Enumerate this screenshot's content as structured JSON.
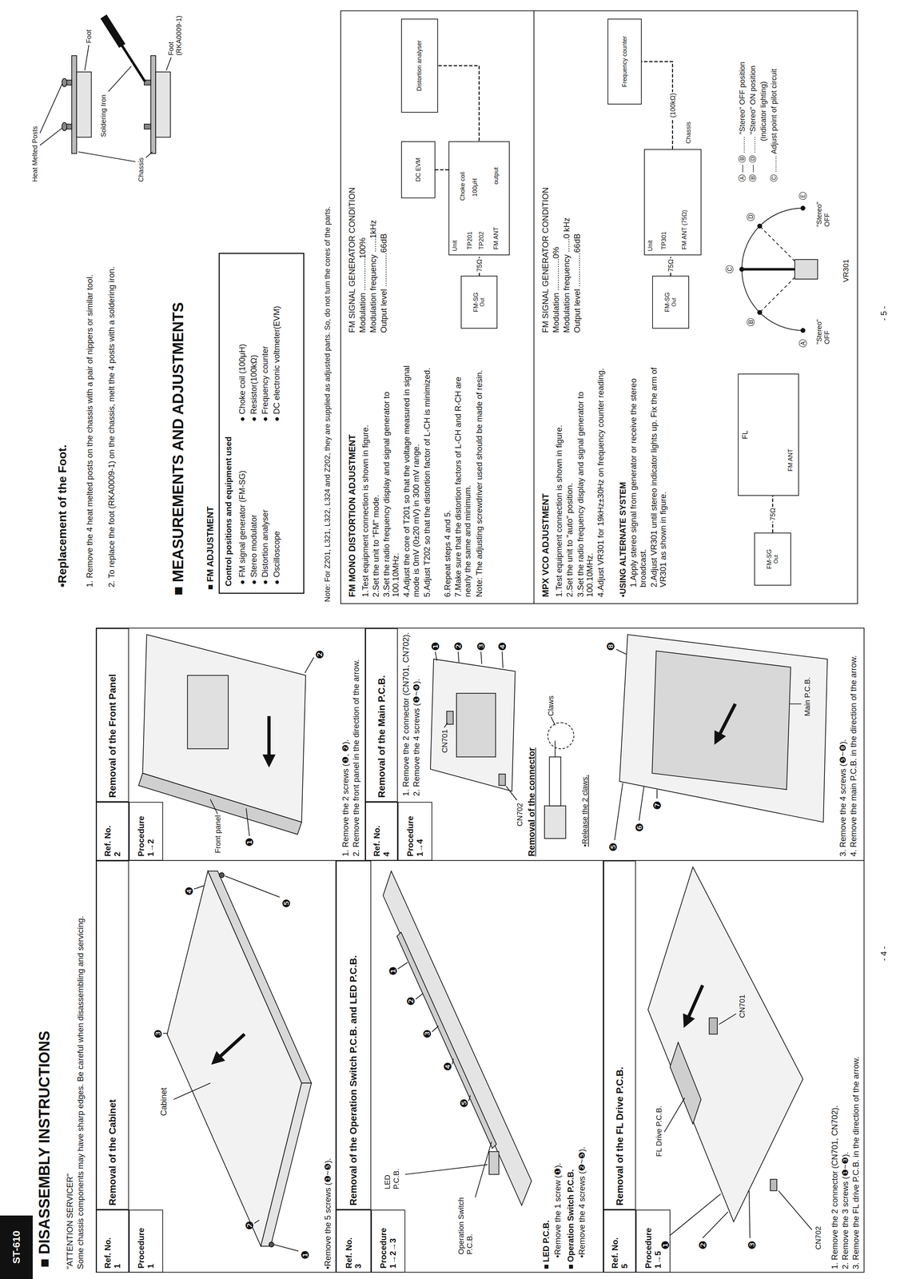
{
  "diagram": {
    "title": "■ DISASSEMBLY INSTRUCTIONS",
    "nodes": [
      {
        "text": [
          "ST-610"
        ]
      },
      {
        "text": [
          "Ref. No.",
          "1"
        ]
      },
      {
        "text": [
          "Removal of the Cabinet"
        ]
      },
      {
        "text": [
          "Procedure",
          "1"
        ]
      },
      {
        "text": [
          "Ref. No.",
          "3"
        ]
      },
      {
        "text": [
          "Removal of the Operation Switch P.C.B. and LED P.C.B."
        ]
      },
      {
        "text": [
          "Procedure",
          "1→2→3"
        ]
      },
      {
        "text": [
          "Ref. No.",
          "5"
        ]
      },
      {
        "text": [
          "Removal of the FL Drive P.C.B."
        ]
      },
      {
        "text": [
          "Procedure",
          "1→5"
        ]
      },
      {
        "text": [
          "Ref. No.",
          "2"
        ]
      },
      {
        "text": [
          "Removal of the Front Panel"
        ]
      },
      {
        "text": [
          "Procedure",
          "1→2"
        ]
      },
      {
        "text": [
          "Ref. No.",
          "4"
        ]
      },
      {
        "text": [
          "Removal of the Main P.C.B."
        ]
      },
      {
        "text": [
          "Procedure",
          "1→4"
        ]
      },
      {
        "text": [
          "Control positions and equipment used",
          "● FM signal generator (FM-SG)",
          "● Stereo modulator",
          "● Distortion analyser",
          "● Oscilloscope",
          "● Choke coil (100μH)",
          "● Resistor(100kΩ)",
          "● Frequency counter",
          "● DC electronic voltmeter(EVM)"
        ]
      },
      {
        "text": [
          "FM-SG",
          "Out"
        ]
      },
      {
        "text": [
          "Unit"
        ]
      },
      {
        "text": [
          "DC EVM"
        ]
      },
      {
        "text": [
          "Distortion analyser"
        ]
      },
      {
        "text": [
          "FM-SG",
          "Out"
        ]
      },
      {
        "text": [
          "Unit"
        ]
      },
      {
        "text": [
          "Frequency counter"
        ]
      },
      {
        "text": [
          "FM-SG",
          "Out"
        ]
      },
      {
        "text": [
          "FL"
        ]
      }
    ],
    "edges": [
      {
        "from": 17,
        "to": 18,
        "label": "75Ω",
        "arrow": "none"
      },
      {
        "from": 18,
        "to": 19,
        "arrow": "none"
      },
      {
        "from": 18,
        "to": 20,
        "arrow": "none"
      },
      {
        "from": 21,
        "to": 22,
        "label": "75Ω",
        "arrow": "none"
      },
      {
        "from": 22,
        "to": 23,
        "label": "(100kΩ)",
        "arrow": "none"
      },
      {
        "from": 24,
        "to": 25,
        "label": "75Ω",
        "arrow": "none"
      }
    ],
    "labels": [
      "\"ATTENTION SERVICER\"",
      "Some chassis components may have sharp edges. Be careful when disassembling and servicing.",
      "Cabinet",
      "❶",
      "❷",
      "❸",
      "❹",
      "❺",
      "•Remove the 5 screws (❶~❺).",
      "LED P.C.B.",
      "Operation Switch P.C.B.",
      "❶",
      "❷",
      "❸",
      "❹",
      "❺",
      "■ LED P.C.B.",
      "•Remove the 1 screw (❶).",
      "■ Operation Switch P.C.B.",
      "•Remove the 4 screws (❷~❺).",
      "❶",
      "❷",
      "❸",
      "FL Drive P.C.B.",
      "CN701",
      "CN702",
      "1. Remove the 2 connector (CN701, CN702).",
      "2. Remove the 3 screws (❶~❸).",
      "3. Remove the FL drive P.C.B. in the direction of the arrow.",
      "Front panel",
      "❶",
      "❷",
      "1. Remove the 2 screws (❶, ❷).",
      "2. Remove the front panel in the direction of the arrow.",
      "1. Remove the 2 connector (CN701, CN702).",
      "2. Remove the 4 screws (❶~❹).",
      "CN701",
      "❶",
      "❷",
      "❸",
      "❹",
      "CN702",
      "Removal of the connector",
      "Claws",
      "•Release the 2 claws.",
      "❺",
      "❻",
      "❼",
      "❽",
      "Main P.C.B.",
      "3. Remove the 4 screws (❺~❽).",
      "4. Remove the main P.C.B. in the direction of the arrow.",
      "- 4 -",
      "•Replacement of the Foot.",
      "1. Remove the 4 heat melted posts on the chassis with a pair of nippers or similar tool.",
      "2. To replace the foot (RKA0009-1) on the chassis, melt the 4 posts with a soldering iron.",
      "Heat Melted Posts",
      "Foot",
      "Chassis",
      "Soldering Iron",
      "Foot (RKA0009-1)",
      "■ MEASUREMENTS AND ADJUSTMENTS",
      "■ FM ADJUSTMENT",
      "Note: For Z201, L321, L322, L324 and Z202, they are supplied as adjusted parts. So, do not turn the cores of the parts.",
      "FM MONO DISTORTION ADJUSTMENT",
      "1.Test equipment connection is shown in figure.",
      "2.Set the unit to \"FM\" mode.",
      "3.Set the radio frequency display and signal generator to 100.10MHz.",
      "4.Adjust the core of T201 so that the voltage measured in signal mode is 0mV (0±20 mV) in 300 mV range.",
      "5.Adjust T202 so that the distortion factor of L-CH is minimized.",
      "6.Repeat steps 4 and 5.",
      "7.Make sure that the distortion factors of L-CH and R-CH are nearly the same and minimum.",
      "Note: The adjusting screwdriver used should be made of resin.",
      "FM SIGNAL GENERATOR CONDITION",
      "Modulation ..............100%",
      "Modulation frequency ......1kHz",
      "Output level ...............66dB",
      "TP201",
      "TP202",
      "Choke coil",
      "100μH",
      "FM ANT",
      "output",
      "MPX VCO ADJUSTMENT",
      "1.Test equipment connection is shown in figure.",
      "2.Set the unit to \"auto\" position.",
      "3.Set the radio frequency display and signal generator to 100.10MHz.",
      "4.Adjust VR301 for 19kHz±30Hz on frequency counter reading.",
      "•USING ALTERNATE SYSTEM",
      "1.Apply stereo signal from generator or receive the stereo broadcast.",
      "2.Adjust VR301 until stereo indicator lights up. Fix the arm of VR301 as shown in figure.",
      "FM SIGNAL GENERATOR CONDITION",
      "Modulation ..............0%",
      "Modulation frequency ......0 kHz",
      "Output level ...............66dB",
      "TP301",
      "FM ANT (75Ω)",
      "Chassis",
      "\"Stereo\" OFF",
      "\"Stereo\" OFF",
      "Ⓐ",
      "Ⓑ",
      "Ⓒ",
      "Ⓓ",
      "Ⓔ",
      "VR301",
      "Ⓐ — Ⓑ ........ \"Stereo\" OFF position",
      "Ⓑ — Ⓓ ........ \"Stereo\" ON position",
      "(Indicator lighting)",
      "Ⓒ ........ Adjust point of pilot circuit",
      "- 5 -",
      "FM ANT"
    ]
  }
}
